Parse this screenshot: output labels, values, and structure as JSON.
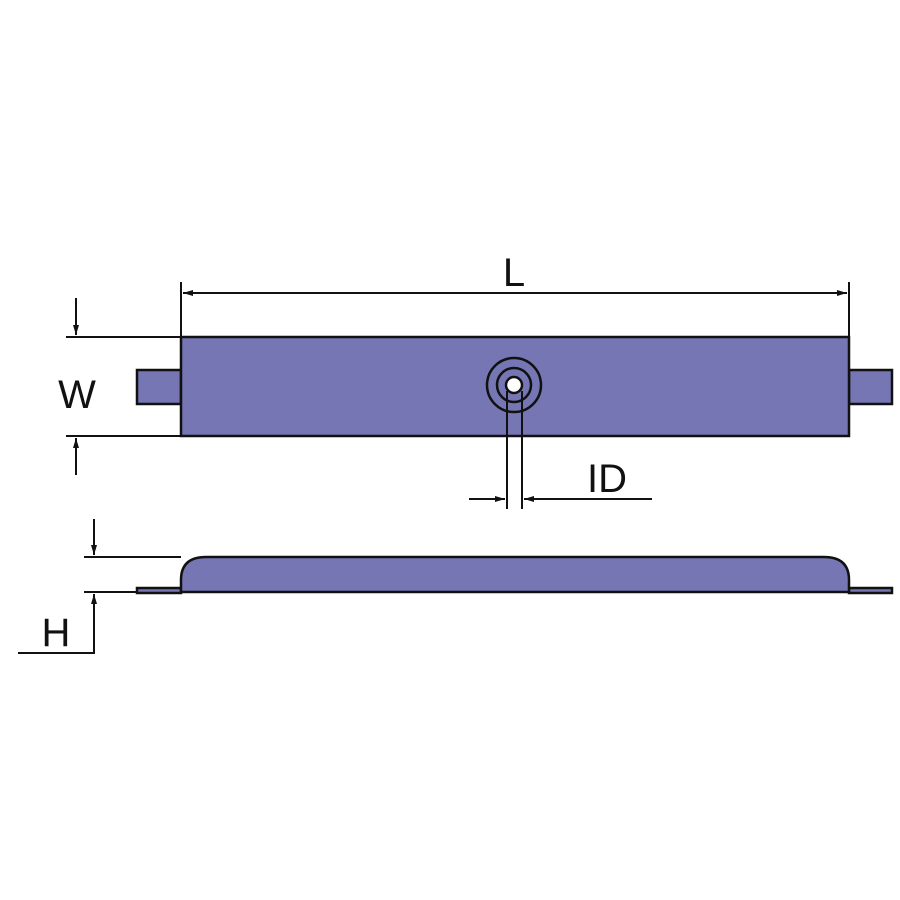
{
  "labels": {
    "length": "L",
    "width": "W",
    "inner_diameter": "ID",
    "height": "H"
  },
  "colors": {
    "body_fill": "#7676b5",
    "outline": "#111111",
    "background": "#ffffff"
  }
}
